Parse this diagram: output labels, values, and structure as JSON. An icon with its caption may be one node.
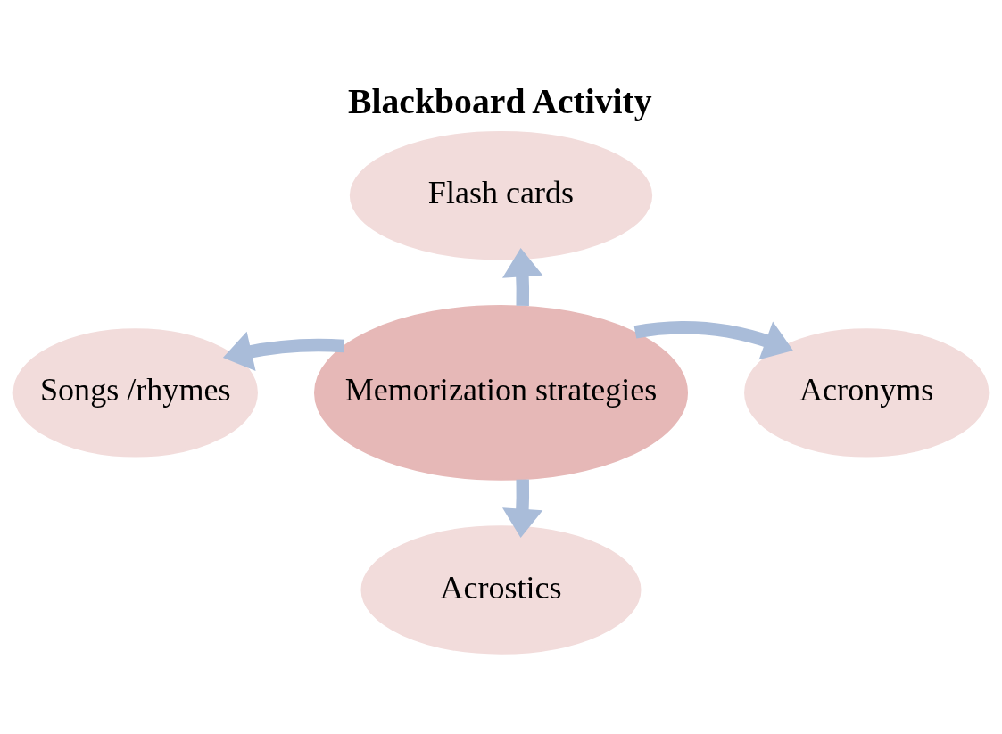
{
  "diagram": {
    "title": "Blackboard Activity",
    "nodes": [
      {
        "text": [
          "Flash cards"
        ]
      },
      {
        "text": [
          "Songs /rhymes"
        ]
      },
      {
        "text": [
          "Memorization strategies"
        ]
      },
      {
        "text": [
          "Acronyms"
        ]
      },
      {
        "text": [
          "Acrostics"
        ]
      }
    ],
    "edges": [
      {
        "from": 2,
        "to": 0,
        "arrow": "to"
      },
      {
        "from": 2,
        "to": 3,
        "arrow": "to"
      },
      {
        "from": 2,
        "to": 4,
        "arrow": "to"
      },
      {
        "from": 2,
        "to": 1,
        "arrow": "to"
      }
    ]
  }
}
